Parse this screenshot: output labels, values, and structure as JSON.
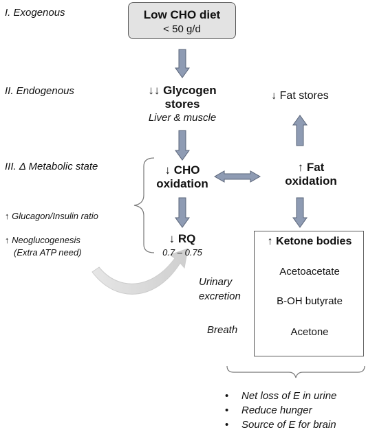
{
  "levels": {
    "exogenous": "I.  Exogenous",
    "endogenous": "II.  Endogenous",
    "metabolic": "III.  Δ Metabolic state"
  },
  "diet_box": {
    "title": "Low CHO diet",
    "subtitle": "< 50 g/d"
  },
  "glycogen": {
    "line1": "↓↓ Glycogen",
    "line2": "stores",
    "line3": "Liver & muscle"
  },
  "fat_stores": "↓ Fat stores",
  "cho_oxidation": {
    "line1": "↓ CHO",
    "line2": "oxidation"
  },
  "fat_oxidation": {
    "line1": "↑ Fat",
    "line2": "oxidation"
  },
  "left_factors": {
    "glucagon": "↑ Glucagon/Insulin ratio",
    "neo_line1": "↑ Neoglucogenesis",
    "neo_line2": "(Extra ATP need)"
  },
  "rq": {
    "label": "↓ RQ",
    "range": "0.7 – 0.75"
  },
  "ketone_box": {
    "title": "↑ Ketone bodies",
    "items": [
      "Acetoacetate",
      "B-OH butyrate",
      "Acetone"
    ]
  },
  "excretion": {
    "urinary_line1": "Urinary",
    "urinary_line2": "excretion",
    "breath": "Breath"
  },
  "effects": [
    "Net loss of E in urine",
    "Reduce hunger",
    "Source of E for brain"
  ],
  "colors": {
    "arrow_fill": "#8e9bb3",
    "arrow_stroke": "#5a6478",
    "curved_arrow": "#d9d9d9",
    "box_fill": "#e3e3e3"
  }
}
